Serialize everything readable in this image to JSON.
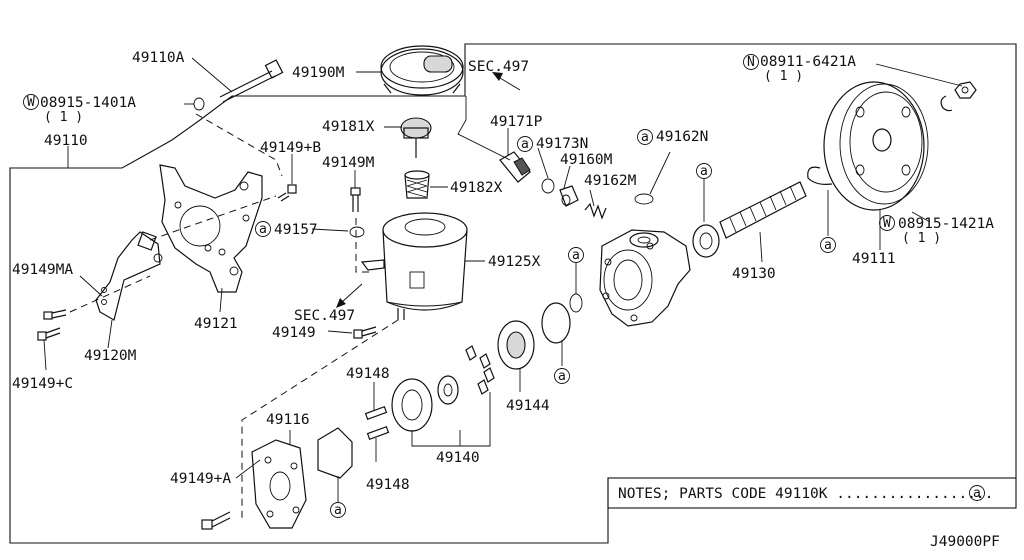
{
  "diagram": {
    "parts": {
      "p49110A": "49110A",
      "p49190M": "49190M",
      "sec497_top": "SEC.497",
      "p08911": "08911-6421A",
      "p08911_qty": "( 1 )",
      "p08911_marker": "N",
      "p08915_left": "08915-1401A",
      "p08915_left_qty": "( 1 )",
      "p08915_left_marker": "W",
      "p49110": "49110",
      "p49181X": "49181X",
      "p49171P": "49171P",
      "p49173N": "49173N",
      "p49162N": "49162N",
      "p49149B": "49149+B",
      "p49149M": "49149M",
      "p49182X": "49182X",
      "p49160M": "49160M",
      "p49162M": "49162M",
      "p49157": "49157",
      "p49125X": "49125X",
      "p49130": "49130",
      "p49111": "49111",
      "p08915_right": "08915-1421A",
      "p08915_right_qty": "( 1 )",
      "p08915_right_marker": "W",
      "p49149MA": "49149MA",
      "p49121": "49121",
      "sec497_mid": "SEC.497",
      "p49149": "49149",
      "p49120M": "49120M",
      "p49149C": "49149+C",
      "p49148_a": "49148",
      "p49116": "49116",
      "p49144": "49144",
      "p49140": "49140",
      "p49149A": "49149+A",
      "p49148_b": "49148"
    },
    "code_marker": "a",
    "notes": {
      "text": "NOTES; PARTS CODE  49110K ..................",
      "marker": "a"
    },
    "diagram_id": "J49000PF"
  }
}
